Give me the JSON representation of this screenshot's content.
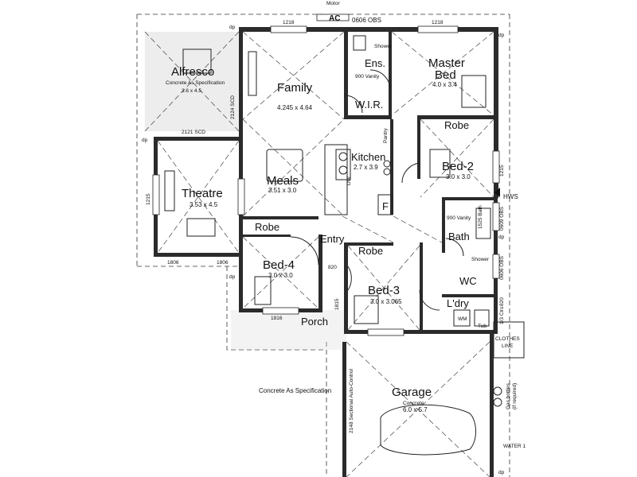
{
  "plan": {
    "top": {
      "ac": "AC",
      "mr_label": "Motor",
      "obs_top": "0606 OBS"
    },
    "dims": {
      "d1218a": "1218",
      "d1218b": "1218",
      "d2124": "2124 SCD",
      "d2121": "2121 SCD",
      "d1215a": "1215",
      "d1806a": "1806",
      "d1806b": "1806",
      "d1215b": "1215",
      "d820a": "820",
      "d1815": "1815",
      "d1816": "1816",
      "d0609": "0609 OBS",
      "d0606": "0606 OBS",
      "d820b": "820",
      "d13": "1/3 Clrs",
      "d2148": "2148 Sectional Auto-Control",
      "dp": "dp"
    },
    "rooms": {
      "alfresco": "Alfresco",
      "alfresco_note": "Concrete As Specification",
      "alfresco_size": "3.6 x 4.5",
      "family": "Family",
      "family_size": "4.245 x 4.64",
      "ens": "Ens.",
      "shower": "Shower",
      "vanity900": "900 Vanity",
      "master": "Master",
      "master2": "Bed",
      "master_size": "4.0 x 3.4",
      "wir": "W.I.R.",
      "pantry": "Pantry",
      "kitchen": "Kitchen",
      "kitchen_size": "2.7 x 3.9",
      "dw": "DW",
      "fridge": "F",
      "robe_top": "Robe",
      "bed2": "Bed-2",
      "bed2_size": "3.0 x 3.0",
      "hws": "HWS",
      "meals": "Meals",
      "meals_size": "3.51 x 3.0",
      "theatre": "Theatre",
      "theatre_size": "3.53 x 4.5",
      "robe_left": "Robe",
      "entry": "Entry",
      "robe_mid": "Robe",
      "bath_vanity": "900 Vanity",
      "bath": "Bath",
      "bath_tub": "1525 Bath",
      "bath_shower": "Shower",
      "bed4": "Bed-4",
      "bed4_size": "3.0 x 3.0",
      "bed3": "Bed-3",
      "bed3_size": "3.0 x 3.065",
      "wc": "WC",
      "ldry": "L'dry",
      "wm": "WM",
      "tub": "Tub",
      "porch": "Porch",
      "concrete": "Concrete As Specification",
      "garage": "Garage",
      "garage_note": "Concrete",
      "garage_size": "6.0 x 5.7",
      "clothes": "CLOTHES",
      "clothes2": "LINE",
      "gas": "Gas bottles",
      "gas2": "(if required)",
      "water": "WATER 1"
    }
  }
}
